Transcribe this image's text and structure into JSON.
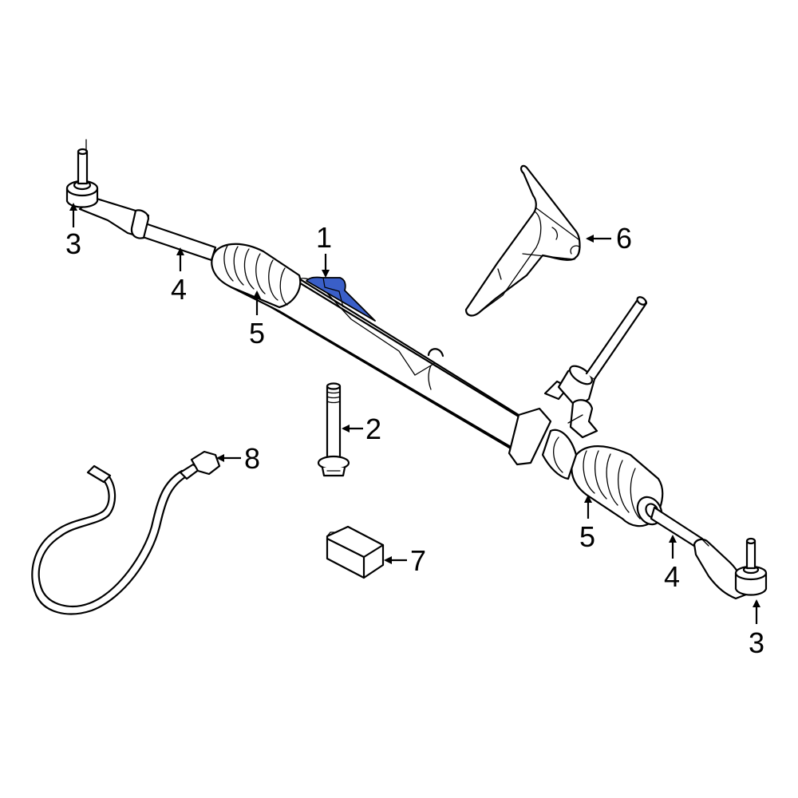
{
  "diagram": {
    "type": "exploded parts diagram",
    "subject": "Steering rack and pinion assembly",
    "highlight_color": "#3a5fc8",
    "line_color": "#000000",
    "background_color": "#ffffff",
    "highlighted_part": "1",
    "callouts": [
      {
        "id": "c1",
        "label": "1",
        "part": "rack-housing-bracket (highlighted)"
      },
      {
        "id": "c2",
        "label": "2",
        "part": "mounting-bolt"
      },
      {
        "id": "c3a",
        "label": "3",
        "part": "outer-tie-rod-end-left"
      },
      {
        "id": "c3b",
        "label": "3",
        "part": "outer-tie-rod-end-right"
      },
      {
        "id": "c4a",
        "label": "4",
        "part": "inner-tie-rod-left"
      },
      {
        "id": "c4b",
        "label": "4",
        "part": "inner-tie-rod-right"
      },
      {
        "id": "c5a",
        "label": "5",
        "part": "boot-left"
      },
      {
        "id": "c5b",
        "label": "5",
        "part": "boot-right"
      },
      {
        "id": "c6",
        "label": "6",
        "part": "heat-shield"
      },
      {
        "id": "c7",
        "label": "7",
        "part": "control-module"
      },
      {
        "id": "c8",
        "label": "8",
        "part": "wiring-harness"
      }
    ]
  }
}
